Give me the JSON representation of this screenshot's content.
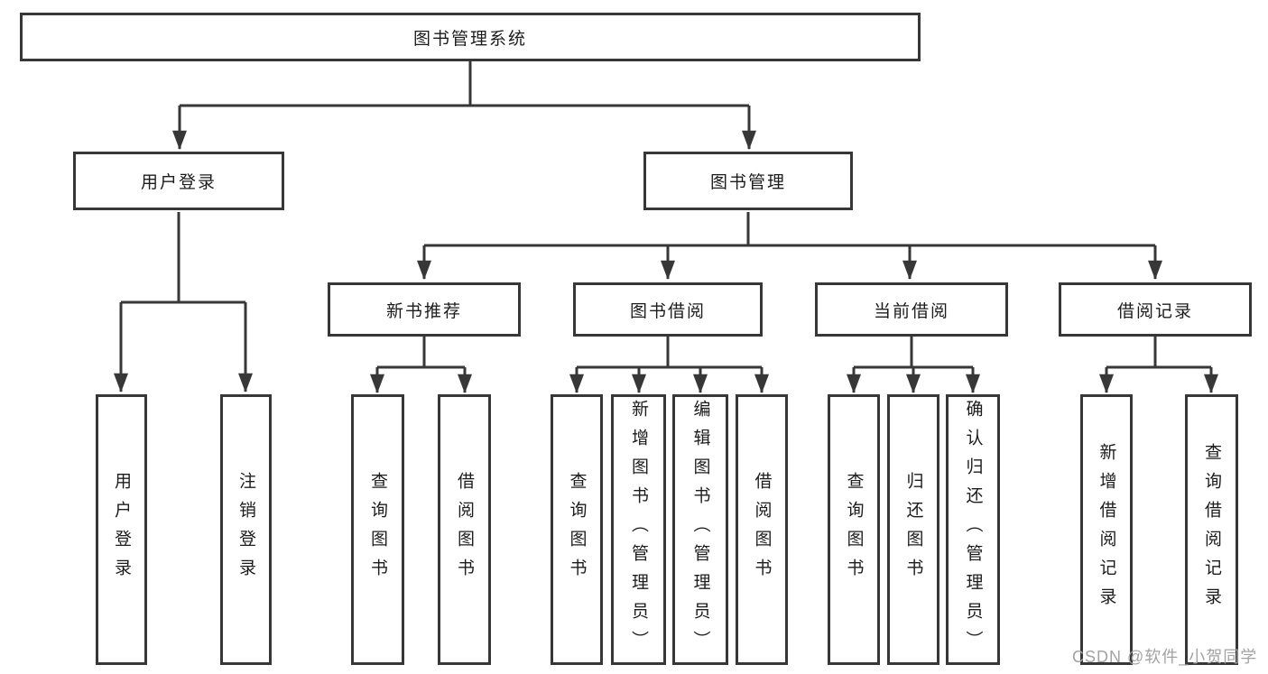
{
  "tree": {
    "root": "图书管理系统",
    "branches": [
      {
        "label": "用户登录",
        "children": [
          "用户登录",
          "注销登录"
        ]
      },
      {
        "label": "图书管理",
        "children": [
          {
            "label": "新书推荐",
            "children": [
              "查询图书",
              "借阅图书"
            ]
          },
          {
            "label": "图书借阅",
            "children": [
              "查询图书",
              "新增图书（管理员）",
              "编辑图书（管理员）",
              "借阅图书"
            ]
          },
          {
            "label": "当前借阅",
            "children": [
              "查询图书",
              "归还图书",
              "确认归还（管理员）"
            ]
          },
          {
            "label": "借阅记录",
            "children": [
              "新增借阅记录",
              "查询借阅记录"
            ]
          }
        ]
      }
    ]
  },
  "watermark": "CSDN @软件_小贺同学",
  "colors": {
    "line": "#373737",
    "box_border": "#373737",
    "text": "#1c1c1c",
    "watermark": "#a3a3a3",
    "background": "#ffffff"
  }
}
